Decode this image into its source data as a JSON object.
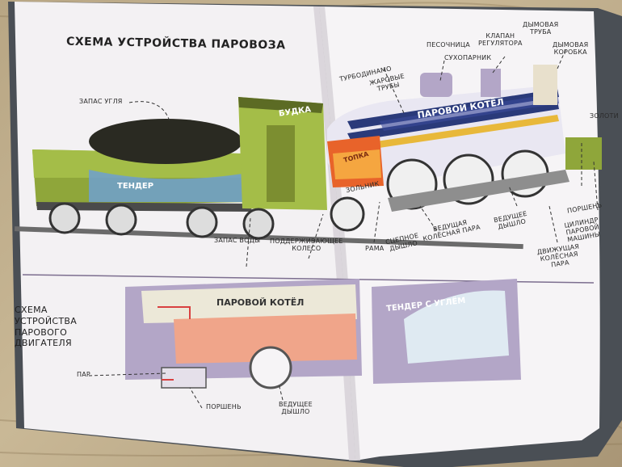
{
  "page_title": "Схема устройства паровоза",
  "section_title": [
    "Схема",
    "устройства",
    "парового",
    "двигателя"
  ],
  "loco_labels": {
    "coal_reserve": "Запас угля",
    "cab": "Будка",
    "tender": "Тендер",
    "water_reserve": "Запас воды",
    "support_wheel": [
      "Поддерживающее",
      "колесо"
    ],
    "frame": "Рама",
    "blast_pipe": [
      "Сцепное",
      "дышло"
    ],
    "driving_wheels": [
      "Ведущая",
      "колёсная пара"
    ],
    "driving_rod": [
      "Ведущее",
      "дышло"
    ],
    "turbodynamo": "Турбодинамо",
    "fire_tubes": [
      "Жаровые",
      "трубы"
    ],
    "sandbox": "Песочница",
    "dry_pipe": "Сухопарник",
    "regulator_valve": [
      "Клапан",
      "регулятора"
    ],
    "chimney": [
      "Дымовая",
      "труба"
    ],
    "smokebox": [
      "Дымовая",
      "коробка"
    ],
    "boiler": "Паровой котёл",
    "firebox": "Топка",
    "ashpan": "Зольник",
    "gold_partial": "Золоти",
    "piston": "Поршень",
    "cylinder": [
      "Цилиндр",
      "паровой",
      "машины"
    ],
    "moving_wheels": [
      "Движущая",
      "колёсная",
      "пара"
    ]
  },
  "engine_labels": {
    "boiler": "Паровой котёл",
    "tender_coal": "Тендер с углём",
    "steam": "Пар",
    "piston": "Поршень",
    "driving_rod": [
      "Ведущее",
      "дышло"
    ]
  },
  "colors": {
    "paper": "#f4f2f4",
    "purple": "#b3a6c7",
    "purple_dark": "#7c6e8f",
    "green": "#8fa63a",
    "navy": "#2a3a7a",
    "fire": "#e8632a",
    "coal": "#2a2a22"
  }
}
